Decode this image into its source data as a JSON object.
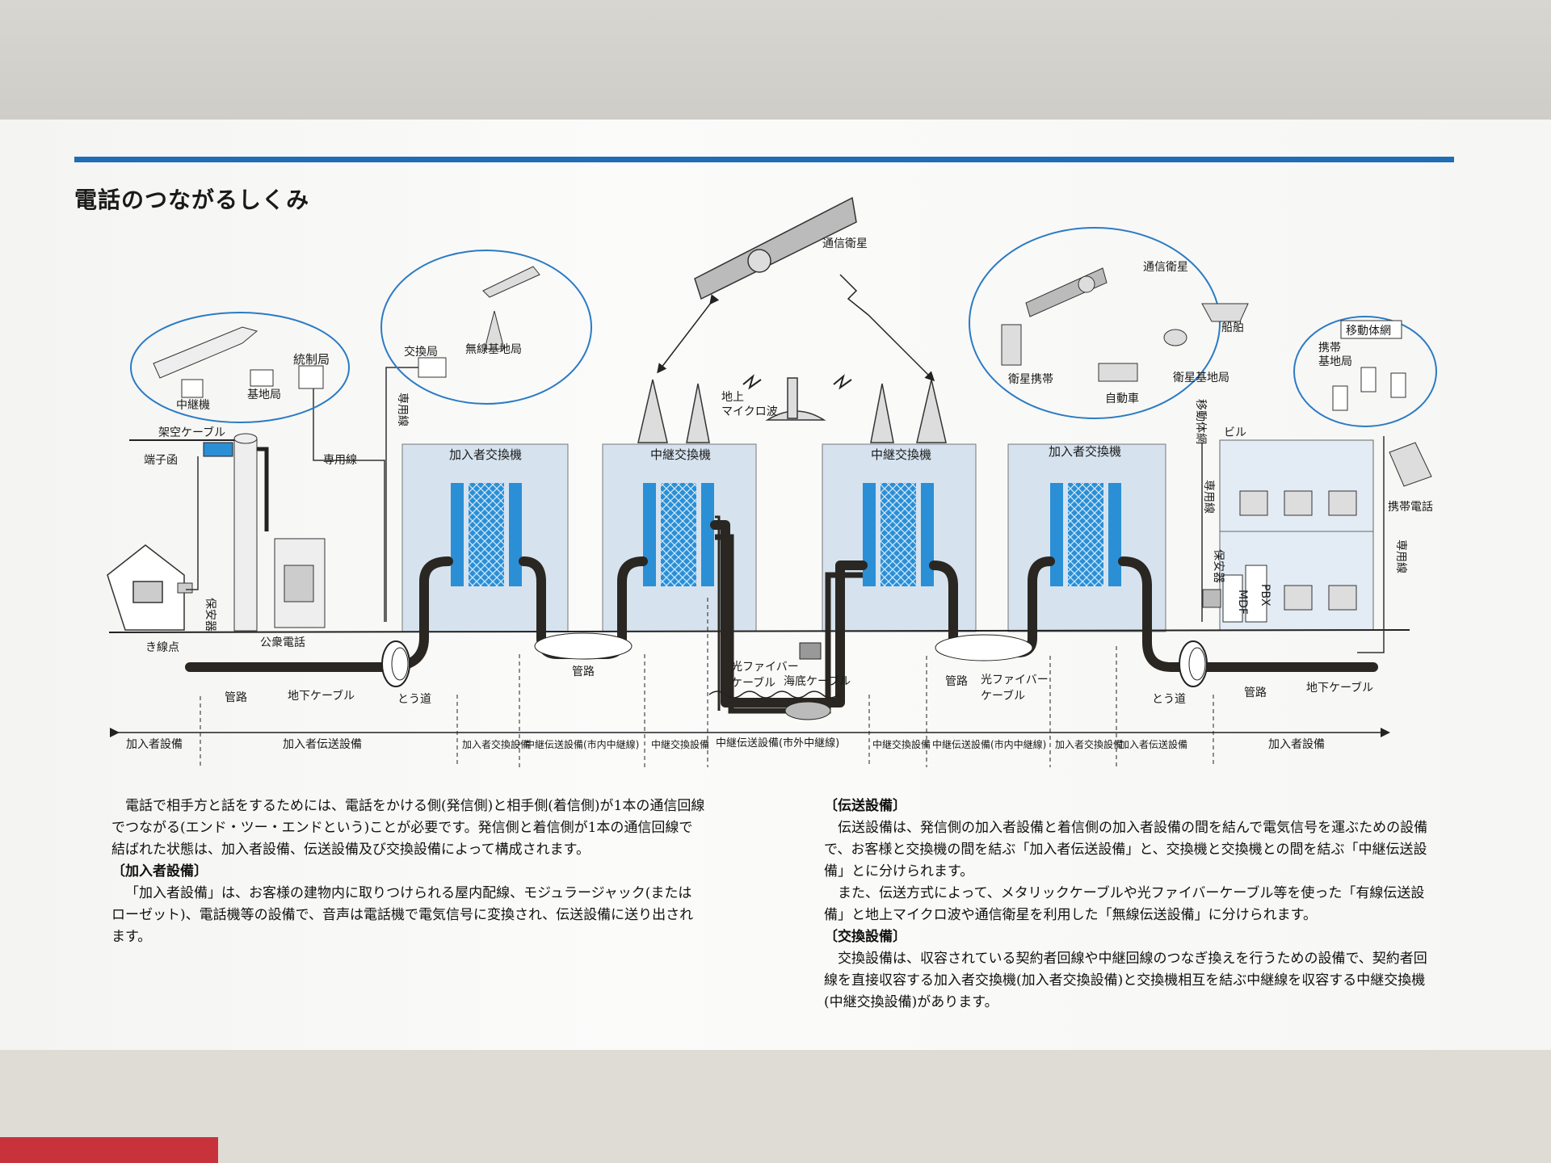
{
  "title": "電話のつながるしくみ",
  "diagram": {
    "satellite_top": "通信衛星",
    "microwave": [
      "地上",
      "マイクロ波"
    ],
    "left_circle": [
      "統制局",
      "中継機",
      "基地局"
    ],
    "center_left_circle": [
      "交換局",
      "無線基地局"
    ],
    "right_circle": [
      "通信衛星",
      "船舶",
      "衛星携帯",
      "自動車",
      "衛星基地局"
    ],
    "mobile_net": {
      "title": "移動体網",
      "station": [
        "携帯",
        "基地局"
      ],
      "phone": "携帯電話"
    },
    "labels": {
      "overhead_cable": "架空ケーブル",
      "terminal_box": "端子函",
      "protector_left": "保安器",
      "protector_right": "保安器",
      "demarcation": "き線点",
      "public_phone": "公衆電話",
      "dedicated_left": "専用線",
      "dedicated_line_v": "専用線",
      "dedicated_right": "専用線",
      "dedicated_far_right": "専用線",
      "mobile_v": "移動体網",
      "building": "ビル",
      "mdf": "MDF",
      "pbx": "PBX",
      "conduit_l": "管路",
      "underground_l": "地下ケーブル",
      "tunnel_l": "とう道",
      "conduit_c": "管路",
      "fiber_c": [
        "光ファイバー",
        "ケーブル"
      ],
      "submarine": "海底ケーブル",
      "conduit_r": "管路",
      "fiber_r": [
        "光ファイバー",
        "ケーブル"
      ],
      "tunnel_r": "とう道",
      "conduit_rr": "管路",
      "underground_r": "地下ケーブル"
    },
    "exchanges": [
      "加入者交換機",
      "中継交換機",
      "中継交換機",
      "加入者交換機"
    ],
    "scale": [
      "加入者設備",
      "加入者伝送設備",
      "加入者交換設備",
      "中継伝送設備(市内中継線)",
      "中継交換設備",
      "中継伝送設備(市外中継線)",
      "中継交換設備",
      "中継伝送設備(市内中継線)",
      "加入者交換設備",
      "加入者伝送設備",
      "加入者設備"
    ]
  },
  "text_left": {
    "intro": "電話で相手方と話をするためには、電話をかける側(発信側)と相手側(着信側)が1本の通信回線でつながる(エンド・ツー・エンドという)ことが必要です。発信側と着信側が1本の通信回線で結ばれた状態は、加入者設備、伝送設備及び交換設備によって構成されます。",
    "h1": "〔加入者設備〕",
    "p1": "「加入者設備」は、お客様の建物内に取りつけられる屋内配線、モジュラージャック(またはローゼット)、電話機等の設備で、音声は電話機で電気信号に変換され、伝送設備に送り出されます。"
  },
  "text_right": {
    "h1": "〔伝送設備〕",
    "p1": "伝送設備は、発信側の加入者設備と着信側の加入者設備の間を結んで電気信号を運ぶための設備で、お客様と交換機の間を結ぶ「加入者伝送設備」と、交換機と交換機との間を結ぶ「中継伝送設備」とに分けられます。",
    "p2": "また、伝送方式によって、メタリックケーブルや光ファイバーケーブル等を使った「有線伝送設備」と地上マイクロ波や通信衛星を利用した「無線伝送設備」に分けられます。",
    "h2": "〔交換設備〕",
    "p3": "交換設備は、収容されている契約者回線や中継回線のつなぎ換えを行うための設備で、契約者回線を直接収容する加入者交換機(加入者交換設備)と交換機相互を結ぶ中継線を収容する中継交換機(中継交換設備)があります。"
  },
  "colors": {
    "accent_blue": "#1f6db6",
    "exchange_fill": "#d6e3ef",
    "switch_blue": "#2b8fd6",
    "cable": "#2a2722"
  }
}
